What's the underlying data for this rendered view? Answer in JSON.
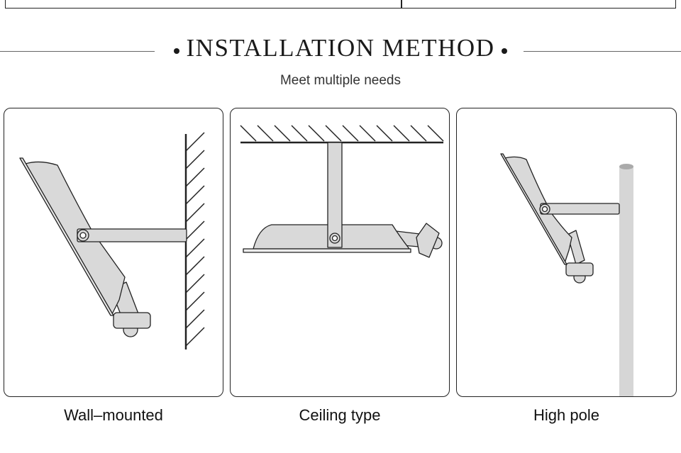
{
  "header": {
    "title": "INSTALLATION METHOD",
    "subtitle": "Meet multiple needs"
  },
  "methods": [
    {
      "label": "Wall–mounted",
      "illustration": "wall-mount-illustration"
    },
    {
      "label": "Ceiling type",
      "illustration": "ceiling-mount-illustration"
    },
    {
      "label": "High pole",
      "illustration": "pole-mount-illustration"
    }
  ],
  "colors": {
    "line": "#222222",
    "fixture_fill": "#d9d9d9",
    "pole_fill": "#d6d6d6"
  }
}
